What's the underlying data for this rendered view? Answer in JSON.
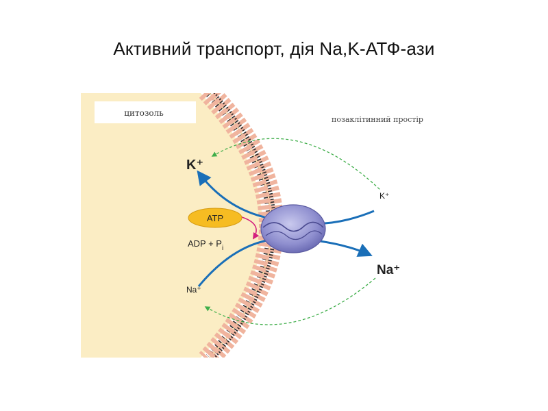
{
  "title": "Активний транспорт, дія Na,K-АТФ-ази",
  "diagram": {
    "cytosol_label": "цитозоль",
    "extracellular_label": "позаклітинний простір",
    "k_inside_label": "K⁺",
    "k_outside_label": "K⁺",
    "na_outside_label": "Na⁺",
    "na_inside_label": "Na⁺",
    "atp_label": "ATP",
    "adp_label": "ADP + P",
    "adp_subscript": "i"
  },
  "colors": {
    "cytosol": "#fbedc4",
    "membrane_head": "#f0b49e",
    "membrane_tail": "#2a2a2a",
    "pump": "#8f8fcf",
    "atp_fill": "#f6bc22",
    "ion_arrow": "#1a6fb8",
    "recycle_arrow": "#3fae4a",
    "atp_arrow": "#d4207e"
  }
}
